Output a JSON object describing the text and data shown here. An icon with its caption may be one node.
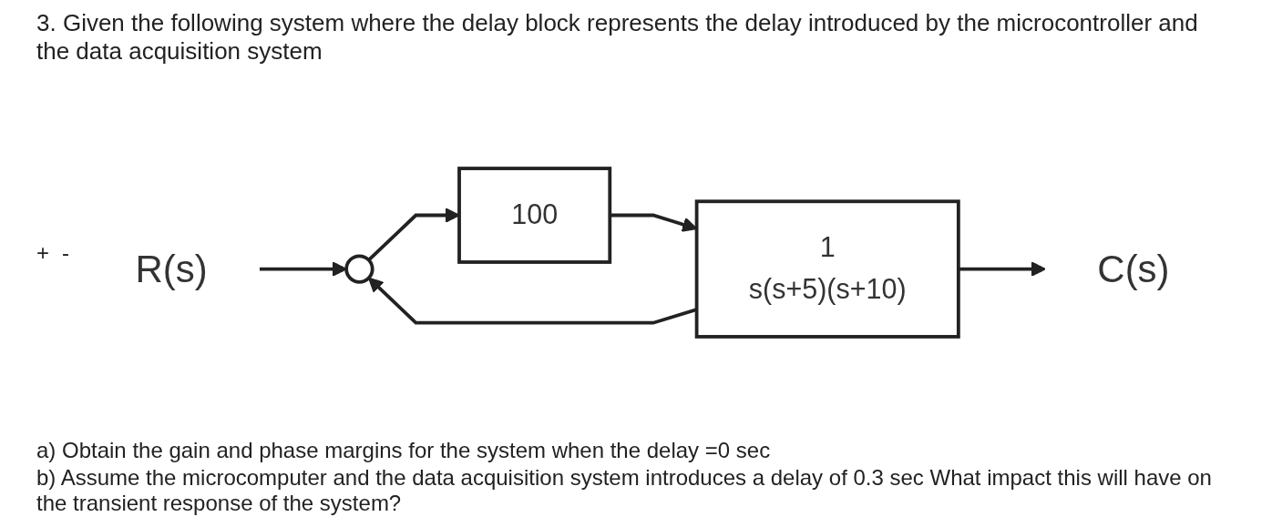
{
  "diagram": {
    "title": "3. Given the following system where the delay block represents the delay introduced by the microcontroller and the data acquisition system",
    "nodes": [
      {
        "text": [
          "R(s)"
        ]
      },
      {
        "text": [],
        "shape": "circle"
      },
      {
        "text": [
          "100"
        ]
      },
      {
        "text": [
          "1",
          "s(s+5)(s+10)"
        ]
      },
      {
        "text": [
          "C(s)"
        ]
      }
    ],
    "edges": [
      {
        "from": 0,
        "to": 1,
        "arrow": "to"
      },
      {
        "from": 1,
        "to": 2,
        "arrow": "to"
      },
      {
        "from": 2,
        "to": 3,
        "arrow": "to"
      },
      {
        "from": 3,
        "to": 4,
        "arrow": "to"
      },
      {
        "from": 3,
        "to": 1,
        "arrow": "to"
      }
    ],
    "labels": [
      "+",
      "-",
      "a) Obtain the gain and phase margins for the system when the delay =0 sec",
      "b) Assume the microcomputer and the data acquisition system introduces a delay of 0.3 sec What impact this will have on the transient response of the system?"
    ]
  }
}
